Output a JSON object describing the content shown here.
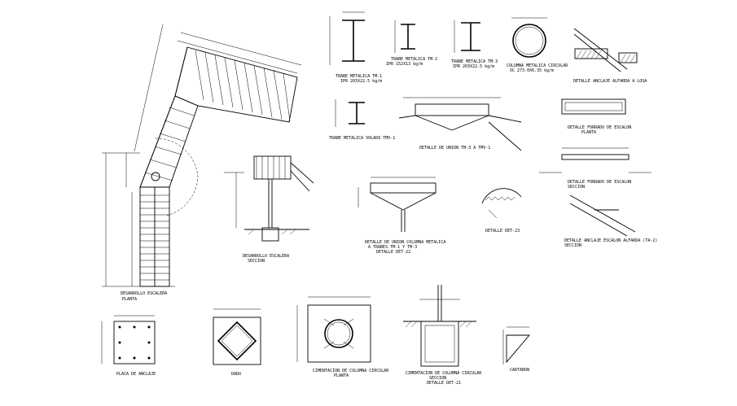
{
  "labels": {
    "tm1_title": "TRABE METALICA TM-1",
    "tm1_sub": "IPR 203X22.5 kg/m",
    "tm2_title": "TRABE METALICA TM-2",
    "tm2_sub": "IPR 152X13 kg/m",
    "tm3_title": "TRABE METALICA TM-3",
    "tm3_sub": "IPR 203X22.5 kg/m",
    "col_title": "COLUMNA METALICA CIRCULAR",
    "col_sub": "OC 273.0X6.35 kg/m",
    "anclaje_title": "DETALLE ANCLAJE ALFARDA A LOSA",
    "tmv1_title": "TRABE METALICA VOLADO TMV-1",
    "union_title": "DETALLE DE UNION TM-3 A TMV-1",
    "forrado_title": "DETALLE FORRADO DE ESCALON",
    "forrado_sub": "PLANTA",
    "forrado2_title": "DETALLE FORRADO DE ESCALON",
    "forrado2_sub": "SECCION",
    "alfarda_title": "DETALLE ANCLAJE ESCALON ALFARDA (TA-2)",
    "alfarda_sub": "SECCION",
    "desarrollo_title": "DESARROLLO ESCALERA",
    "desarrollo_sub": "SECCION",
    "union_col_title": "DETALLE DE UNION COLUMNA METALICA",
    "union_col_sub1": "A TRABES TM-1 Y TM-3",
    "union_col_sub2": "DETALLE DET-22",
    "det23_title": "DETALLE DET-23",
    "plan_title": "DESARROLLO ESCALERA",
    "plan_sub": "PLANTA",
    "placa_title": "PLACA DE ANCLAJE",
    "dado_title": "DADO",
    "cimentacion_title": "CIMENTACION DE COLUMNA CIRCULAR",
    "cimentacion_sub": "PLANTA",
    "cim2_title": "CIMENTACION DE COLUMNA CIRCULAR",
    "cim2_sub1": "SECCION",
    "cim2_sub2": "DETALLE DET-21",
    "cartabon_title": "CARTABON"
  }
}
